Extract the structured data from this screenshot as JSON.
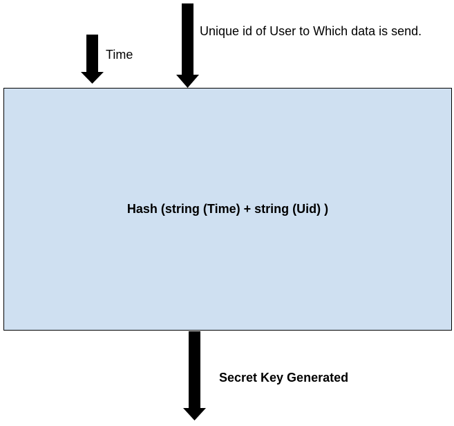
{
  "colors": {
    "box_fill": "#cfe0f1",
    "box_border": "#000000",
    "arrow": "#000000",
    "background": "#ffffff"
  },
  "inputs": {
    "time_label": "Time",
    "uid_label": "Unique id of User to Which data is send."
  },
  "process": {
    "label": "Hash (string (Time) + string (Uid) )"
  },
  "output": {
    "label": "Secret Key Generated"
  }
}
